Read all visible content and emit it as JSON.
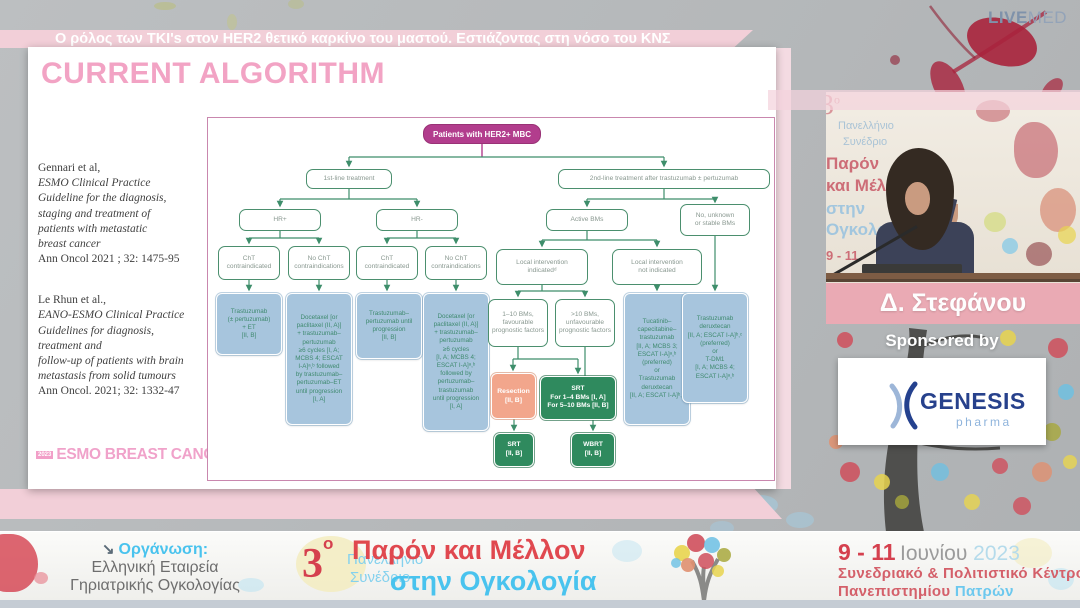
{
  "header": {
    "title": "Ο ρόλος των TKI's στον HER2 θετικό καρκίνο του μαστού. Εστιάζοντας στη νόσο του ΚΝΣ"
  },
  "livemed": {
    "live": "LIVE",
    "med": "MED"
  },
  "slide": {
    "title": "CURRENT ALGORITHM",
    "citations": [
      {
        "head": "Gennari et al,",
        "body": "ESMO Clinical Practice\nGuideline for the diagnosis,\nstaging and treatment of\npatients with metastatic\nbreast cancer",
        "tail": "Ann Oncol 2021 ; 32: 1475-95"
      },
      {
        "head": "Le Rhun et al.,",
        "body": "EANO-ESMO Clinical Practice\nGuidelines for diagnosis,\ntreatment and\nfollow-up of patients with brain\nmetastasis from solid tumours",
        "tail": "Ann Oncol. 2021; 32: 1332-47"
      }
    ],
    "esmo_logo": {
      "year": "2023",
      "text": "ESMO BREAST CANCER"
    }
  },
  "flowchart": {
    "nodes": {
      "root": "Patients with HER2+ MBC",
      "first_line": "1st-line treatment",
      "second_line": "2nd-line treatment after trastuzumab ± pertuzumab",
      "hr_pos": "HR+",
      "hr_neg": "HR-",
      "active_bms": "Active BMs",
      "stable_bms": "No, unknown\nor stable BMs",
      "cht_ci_1": "ChT\ncontraindicated",
      "no_cht_ci_1": "No ChT\ncontraindications",
      "cht_ci_2": "ChT\ncontraindicated",
      "no_cht_ci_2": "No ChT\ncontraindications",
      "local_yes": "Local intervention\nindicatedᵈ",
      "local_no": "Local intervention\nnot indicated",
      "tx_et": "Trastuzumab\n(± pertuzumab)\n+ ET\n[II, B]",
      "tx_docetaxel_1": "Docetaxel [or\npaclitaxel (II, A)]\n+ trastuzumab–\npertuzumab\n≥6 cycles [I, A;\nMCBS 4; ESCAT\nI-A]ᵃ,ᵇ followed\nby trastuzumab–\npertuzumab–ET\nuntil progression\n[I, A]",
      "tx_tp": "Trastuzumab–\npertuzumab until\nprogression\n[II, B]",
      "tx_docetaxel_2": "Docetaxel [or\npaclitaxel (II, A)]\n+ trastuzumab–\npertuzumab\n≥6 cycles\n[I, A; MCBS 4;\nESCAT I-A]ᵃ,ᵇ\nfollowed by\npertuzumab–\ntrastuzumab\nuntil progression\n[I, A]",
      "bms_1_10": "1–10 BMs,\nfavourable\nprognostic factors",
      "bms_gt10": ">10 BMs,\nunfavourable\nprognostic factors",
      "tx_tucatinib": "Tucatinib–\ncapecitabine–\ntrastuzumab\n[II, A; MCBS 3;\nESCAT I-A]ᵃ,ᵇ\n(preferred)\nor\nTrastuzumab\nderuxtecan\n[II, A; ESCAT I-A]ᵇ,ᶜ",
      "tx_tdxd": "Trastuzumab\nderuxtecan\n[II, A; ESCAT I-A]ᵇ,ᶜ\n(preferred)\nor\nT-DM1\n[I, A; MCBS 4;\nESCAT I-A]ᵃ,ᵇ",
      "resection": "Resection\n[II, B]",
      "srt_bms": "SRT\nFor 1–4 BMs [I, A]\nFor 5–10 BMs [II, B]",
      "srt": "SRT\n[II, B]",
      "wbrt": "WBRT\n[II, B]"
    }
  },
  "video": {
    "banner": {
      "num": "3",
      "sup": "ο",
      "line1": "Πανελλήνιο",
      "line2": "Συνέδριο",
      "m1": "Παρόν",
      "m2": "και Μέλλον",
      "m3": "στην",
      "m4": "Ογκολογία",
      "dates": "9 - 11"
    },
    "speaker_name": "Δ. Στεφάνου"
  },
  "sponsor": {
    "label": "Sponsored by",
    "brand": "GENESIS",
    "sub": "pharma"
  },
  "footer": {
    "org_arrow": "↘",
    "org_label": "Οργάνωση:",
    "org_name1": "Ελληνική Εταιρεία",
    "org_name2": "Γηριατρικής Ογκολογίας",
    "congress_num": "3",
    "congress_sup": "ο",
    "congress_line1": "Πανελλήνιο",
    "congress_line2": "Συνέδριο",
    "motto1": "Παρόν και Μέλλον",
    "motto2": "στην Ογκολογία",
    "dates": "9 - 11",
    "month": " Ιουνίου ",
    "year": "2023",
    "venue1": "Συνεδριακό & Πολιτιστικό Κέντρο",
    "venue2a": "Πανεπιστημίου ",
    "venue2b": "Πατρών"
  },
  "colors": {
    "magenta": "#b23d8d",
    "green": "#3e8e6b",
    "blue_box": "#a7c5dd",
    "salmon": "#f2a68c",
    "dark_green": "#2f8a5e",
    "red": "#d5404e",
    "light_blue": "#49c3ee",
    "pink_band": "#f2cfd8"
  }
}
